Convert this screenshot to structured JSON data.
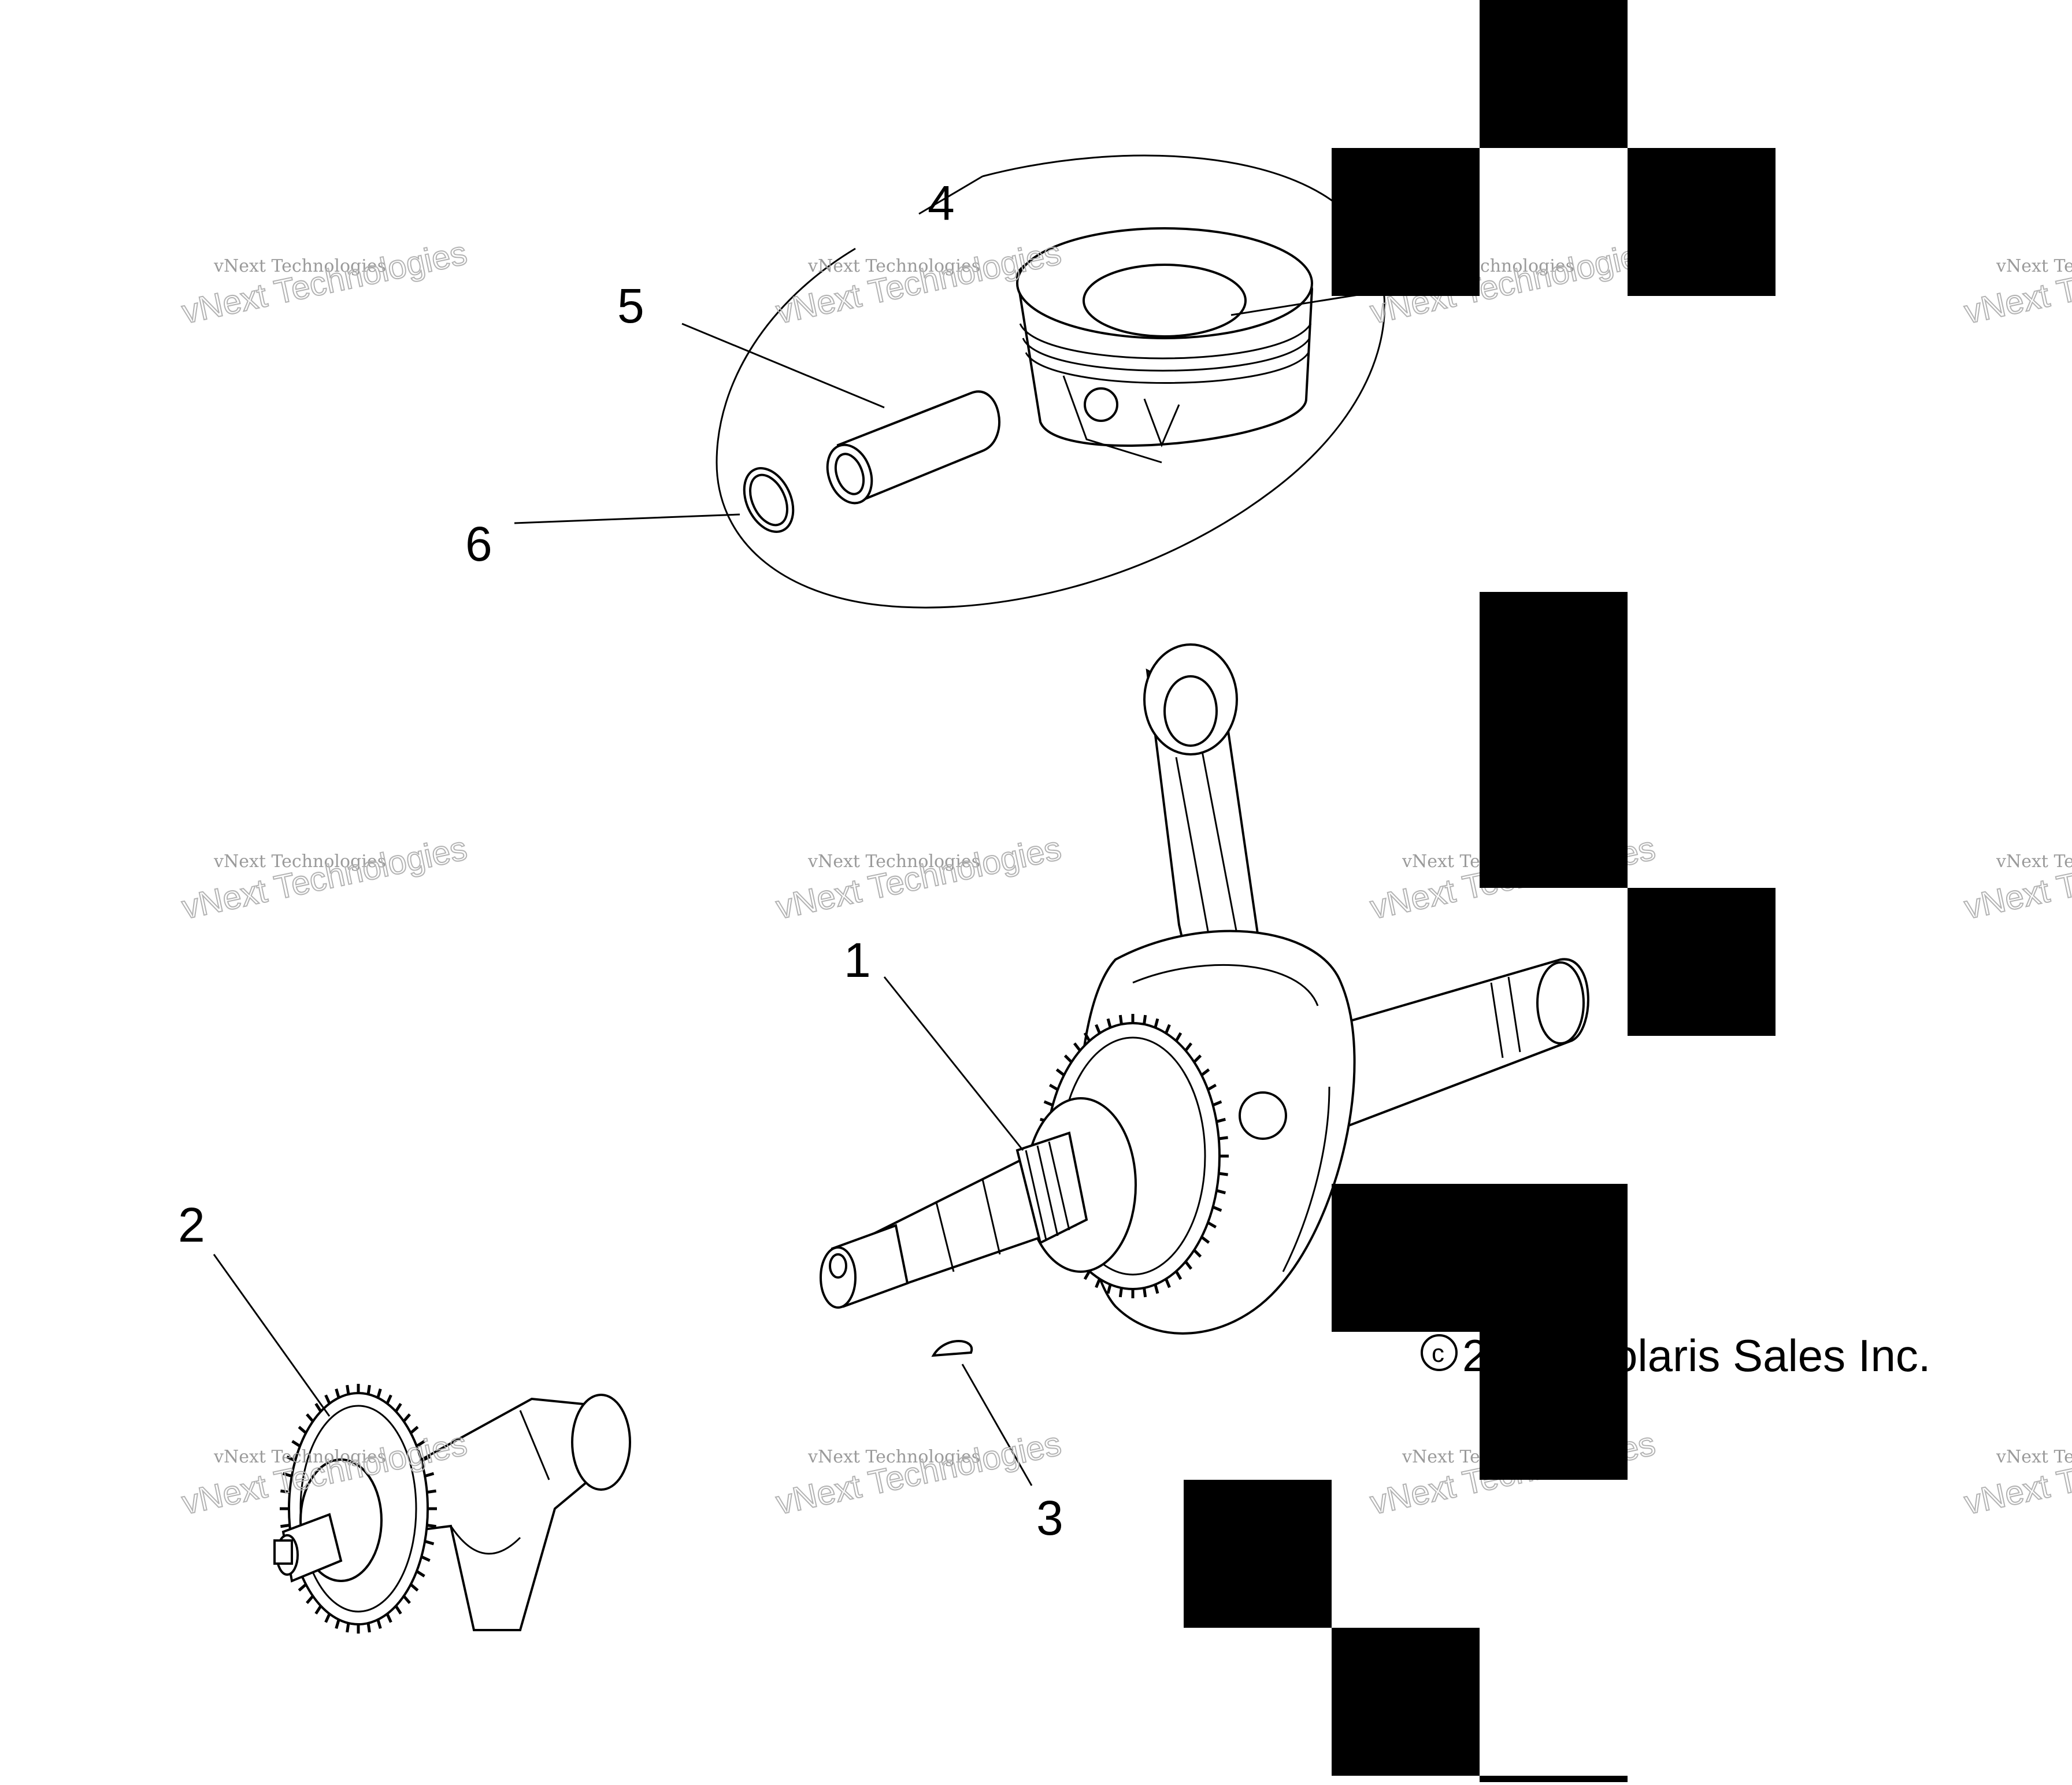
{
  "diagram": {
    "callouts": [
      {
        "id": "1",
        "label": "1"
      },
      {
        "id": "2",
        "label": "2"
      },
      {
        "id": "3",
        "label": "3"
      },
      {
        "id": "4",
        "label": "4"
      },
      {
        "id": "5",
        "label": "5"
      },
      {
        "id": "6",
        "label": "6"
      }
    ],
    "copyright": {
      "symbol": "c",
      "text": "2",
      "text_tail": "olaris Sales Inc."
    },
    "watermark": {
      "line1": "vNext Technologies",
      "line2": "vNext Technologies"
    }
  },
  "colors": {
    "ink": "#000000",
    "background": "#ffffff",
    "watermark": "#9a9a9a"
  }
}
